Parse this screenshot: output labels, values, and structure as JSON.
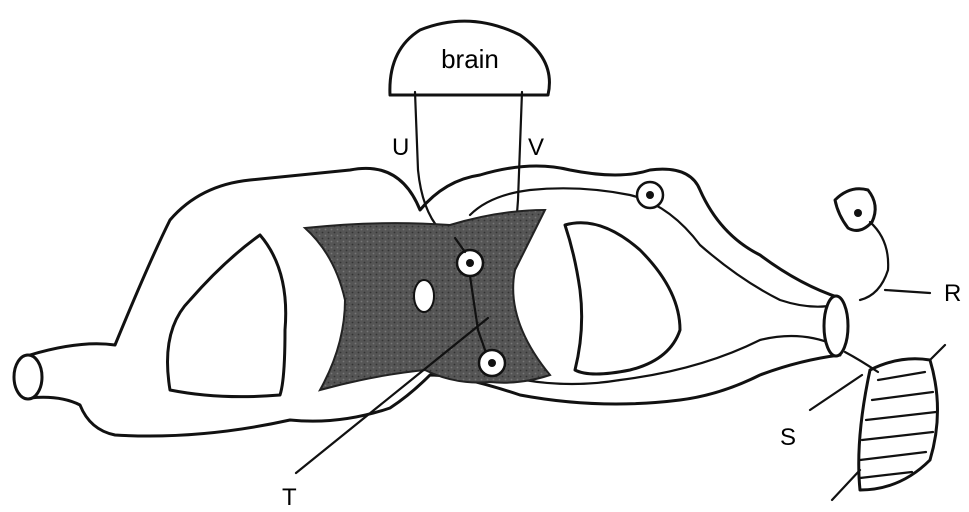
{
  "labels": {
    "brain": "brain",
    "U": "U",
    "V": "V",
    "R": "R",
    "S": "S",
    "T": "T"
  },
  "colors": {
    "ink": "#111111",
    "grey_matter": "#4a4a4a",
    "background": "#ffffff"
  }
}
